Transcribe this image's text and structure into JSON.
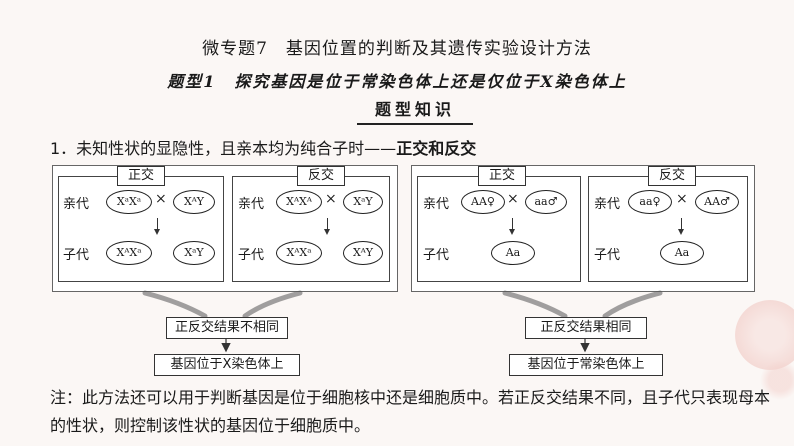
{
  "title": "微专题7　基因位置的判断及其遗传实验设计方法",
  "subtitle": "题型1　探究基因是位于常染色体上还是仅位于X染色体上",
  "section_label": "题型知识",
  "heading_prefix": "1．未知性状的显隐性，且亲本均为纯合子时——",
  "heading_bold": "正交和反交",
  "left_panel": {
    "forward": {
      "tag": "正交",
      "parent_label": "亲代",
      "offspring_label": "子代",
      "parent_female": "XᵃXᵃ",
      "parent_male": "XᴬY",
      "offspring_female": "XᴬXᵃ",
      "offspring_male": "XᵃY"
    },
    "reverse": {
      "tag": "反交",
      "parent_label": "亲代",
      "offspring_label": "子代",
      "parent_female": "XᴬXᴬ",
      "parent_male": "XᵃY",
      "offspring_female": "XᴬXᵃ",
      "offspring_male": "XᴬY"
    },
    "result": "正反交结果不相同",
    "conclusion": "基因位于X染色体上"
  },
  "right_panel": {
    "forward": {
      "tag": "正交",
      "parent_label": "亲代",
      "offspring_label": "子代",
      "parent_female": "AA♀",
      "parent_male": "aa♂",
      "offspring": "Aa"
    },
    "reverse": {
      "tag": "反交",
      "parent_label": "亲代",
      "offspring_label": "子代",
      "parent_female": "aa♀",
      "parent_male": "AA♂",
      "offspring": "Aa"
    },
    "result": "正反交结果相同",
    "conclusion": "基因位于常染色体上"
  },
  "cross_symbol": "×",
  "note": "注：此方法还可以用于判断基因是位于细胞核中还是细胞质中。若正反交结果不同，且子代只表现母本的性状，则控制该性状的基因位于细胞质中。",
  "colors": {
    "background": "#fbf7f5",
    "flower": "#f2c7c2"
  }
}
